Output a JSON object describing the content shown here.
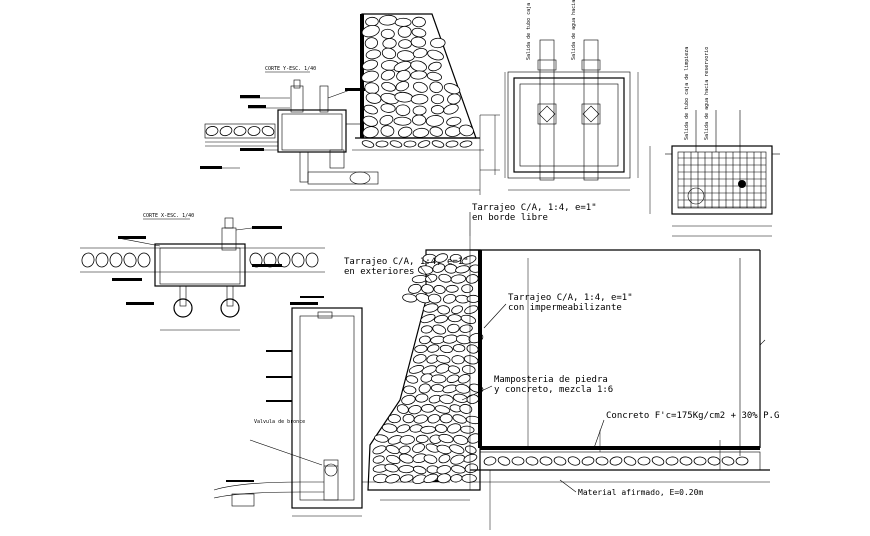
{
  "title": "",
  "callouts": {
    "tarrajeo_borde": [
      "Tarrajeo C/A, 1:4, e=1\"",
      "en borde libre"
    ],
    "tarrajeo_exterior": [
      "Tarrajeo C/A, 1:4, e=1\"",
      "en exteriores"
    ],
    "tarrajeo_imper": [
      "Tarrajeo C/A, 1:4, e=1\"",
      "con impermeabilizante"
    ],
    "mamposteria": [
      "Mamposteria de piedra",
      "y concreto, mezcla 1:6"
    ],
    "concreto": "Concreto F'c=175Kg/cm2 + 30% P.G",
    "material": "Material afirmado, E=0.20m"
  },
  "sections": {
    "corte_y": "CORTE Y-ESC. 1/40",
    "corte_x": "CORTE X-ESC. 1/40"
  },
  "plan_labels": {
    "salida_tubo_limpia": "Salida de tubo caja de limpieza",
    "salida_agua_reservorio": "Salida de agua hacia reservorio",
    "valvula_label": "Valvula de bronce"
  }
}
